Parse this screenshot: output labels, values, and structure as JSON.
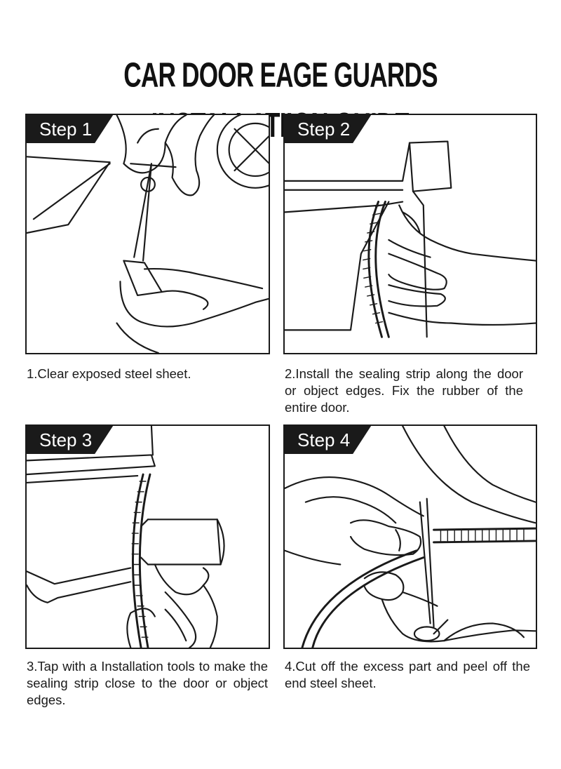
{
  "title": "CAR DOOR EAGE GUARDS INSTALLATIION GUIDE",
  "steps": [
    {
      "label": "Step 1",
      "caption": "1.Clear exposed steel sheet."
    },
    {
      "label": "Step 2",
      "caption": "2.Install the sealing strip along the door or object edges. Fix the rubber of the entire door."
    },
    {
      "label": "Step 3",
      "caption": "3.Tap with a Installation tools to make the sealing strip close to the door or object edges."
    },
    {
      "label": "Step 4",
      "caption": "4.Cut off the excess part and peel off the end steel sheet."
    }
  ]
}
